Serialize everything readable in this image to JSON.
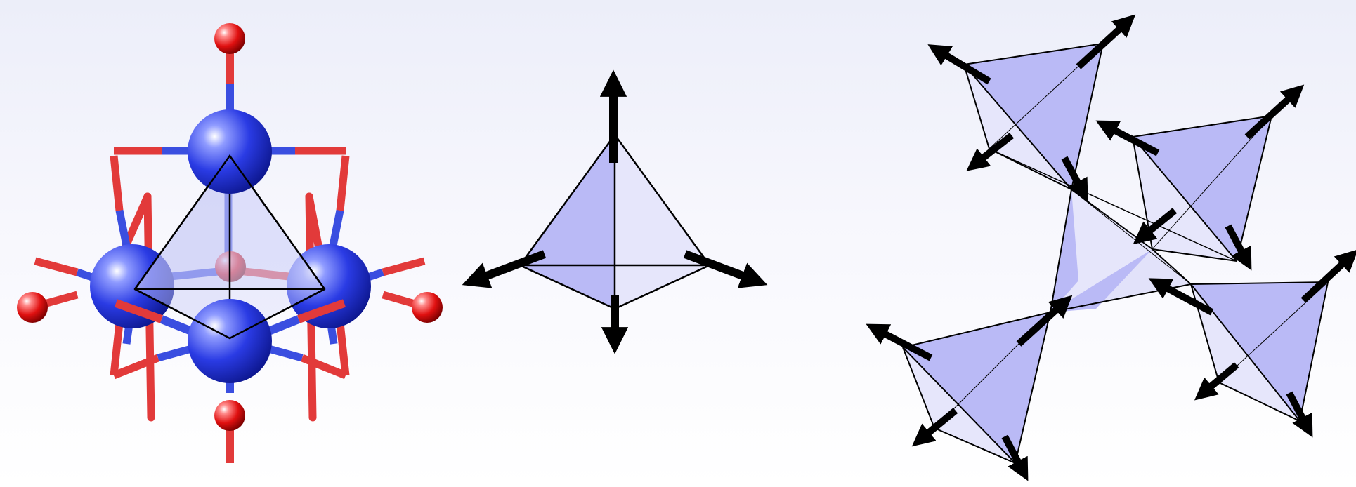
{
  "figure": {
    "panels": [
      {
        "id": "molecule",
        "description_icon": "atomic-cluster-ball-and-stick"
      },
      {
        "id": "single-tetrahedron",
        "description_icon": "tetrahedron-with-outward-arrows"
      },
      {
        "id": "tetrahedra-network",
        "description_icon": "corner-sharing-tetrahedra-with-arrows"
      }
    ],
    "colors": {
      "metal_atom": "#2233dd",
      "oxygen_atom": "#dd1111",
      "bond_red": "#e23a3a",
      "bond_blue": "#3a4ee0",
      "face_dark": "#babaf6",
      "face_light": "#e4e4fb",
      "arrow": "#000000",
      "background_top": "#eceef9",
      "background_bottom": "#ffffff"
    }
  }
}
